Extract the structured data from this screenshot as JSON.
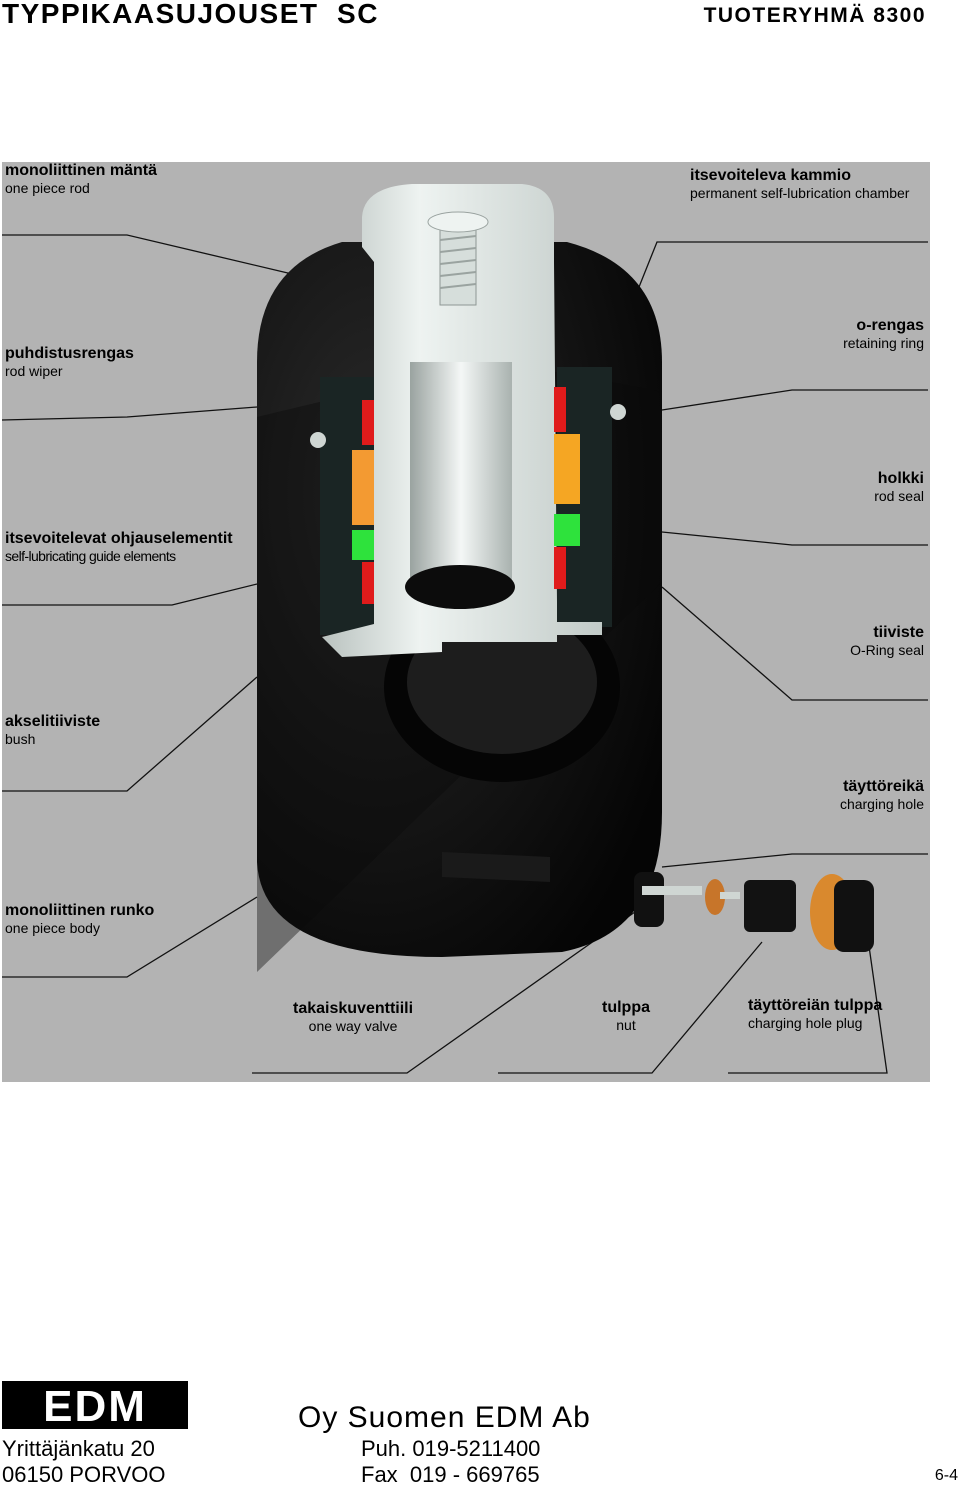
{
  "header": {
    "title": "TYPPIKAASUJOUSET  SC",
    "product_group": "TUOTERYHMÄ 8300"
  },
  "labels": {
    "rod": {
      "fi": "monoliittinen mäntä",
      "en": "one piece rod"
    },
    "chamber": {
      "fi": "itsevoiteleva kammio",
      "en": "permanent self-lubrication chamber"
    },
    "wiper": {
      "fi": "puhdistusrengas",
      "en": "rod wiper"
    },
    "retaining_ring": {
      "fi": "o-rengas",
      "en": "retaining ring"
    },
    "rod_seal": {
      "fi": "holkki",
      "en": "rod seal"
    },
    "guide": {
      "fi": "itsevoitelevat ohjauselementit",
      "en": "self-lubricating guide elements"
    },
    "oring": {
      "fi": "tiiviste",
      "en": "O-Ring seal"
    },
    "bush": {
      "fi": "akselitiiviste",
      "en": "bush"
    },
    "charging_hole": {
      "fi": "täyttöreikä",
      "en": "charging hole"
    },
    "body": {
      "fi": "monoliittinen runko",
      "en": "one piece body"
    },
    "valve": {
      "fi": "takaiskuventtiili",
      "en": "one way valve"
    },
    "nut": {
      "fi": "tulppa",
      "en": "nut"
    },
    "plug": {
      "fi": "täyttöreiän tulppa",
      "en": "charging hole plug"
    }
  },
  "footer": {
    "logo": "EDM",
    "company": "Oy Suomen EDM Ab",
    "street": "Yrittäjänkatu 20",
    "postal": "06150 PORVOO",
    "phone": "Puh. 019-5211400",
    "fax": "Fax  019 - 669765",
    "page": "6-4"
  },
  "colors": {
    "panel_bg": "#b3b3b3",
    "body": "#0d0d0d",
    "rod": "#d6dedb",
    "seal_red": "#e01b1b",
    "guide_orange": "#f39a32",
    "guide_green": "#2ee23c",
    "plug_copper": "#d9892e"
  }
}
